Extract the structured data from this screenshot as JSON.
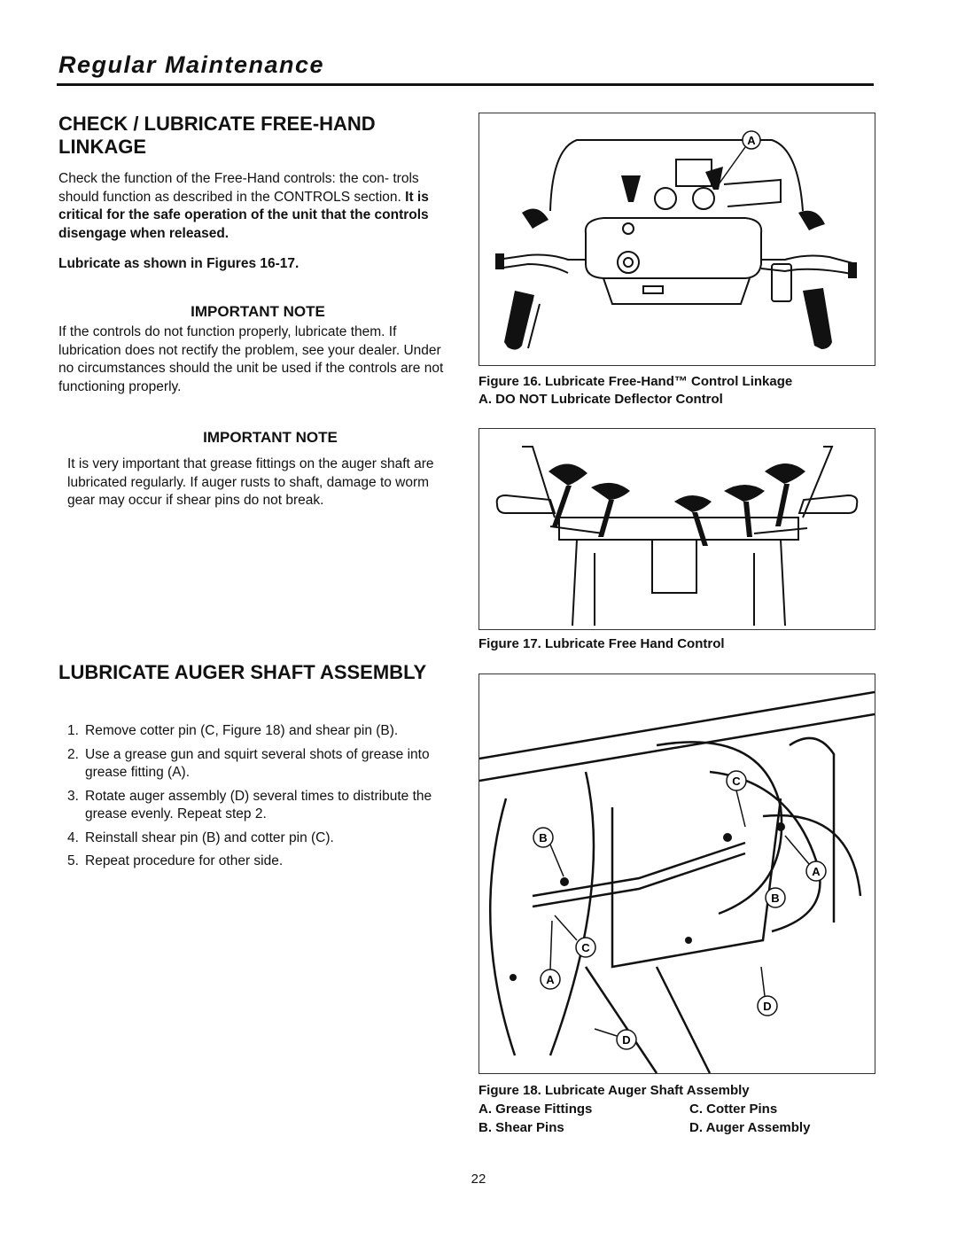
{
  "header": {
    "title": "Regular Maintenance"
  },
  "section1": {
    "title": "CHECK / LUBRICATE FREE-HAND LINKAGE",
    "intro_text": "Check the function of the Free-Hand controls: the con- trols should function as described in the CONTROLS section.",
    "intro_bold": "It is critical for the safe operation of the unit that the controls disengage when released.",
    "lubricate_line": "Lubricate as shown in Figures 16-17.",
    "note1": {
      "title": "IMPORTANT NOTE",
      "text": "If the controls do not function properly, lubricate them. If lubrication does not rectify the problem, see your dealer. Under no circumstances should the unit be used if the controls are not functioning properly."
    },
    "note2": {
      "title": "IMPORTANT NOTE",
      "text": "It is very important that grease fittings on the auger shaft are lubricated regularly. If auger rusts to shaft, damage to worm gear may occur if shear pins do not break."
    }
  },
  "section2": {
    "title": "LUBRICATE AUGER SHAFT ASSEMBLY",
    "steps": [
      {
        "num": "1.",
        "text": "Remove cotter pin (C, Figure 18) and shear pin (B)."
      },
      {
        "num": "2.",
        "text": "Use a grease gun and squirt several shots of grease into grease fitting (A)."
      },
      {
        "num": "3.",
        "text": "Rotate auger assembly (D) several times to distribute the grease evenly. Repeat step 2."
      },
      {
        "num": "4.",
        "text": "Reinstall shear pin (B) and cotter pin (C)."
      },
      {
        "num": "5.",
        "text": "Repeat procedure for other side."
      }
    ]
  },
  "figure16": {
    "callout": "A",
    "caption_line1": "Figure 16. Lubricate Free-Hand™ Control Linkage",
    "caption_line2": "A. DO NOT Lubricate Deflector Control"
  },
  "figure17": {
    "caption": "Figure 17. Lubricate Free Hand Control"
  },
  "figure18": {
    "callouts": {
      "a": "A",
      "b": "B",
      "c": "C",
      "d": "D"
    },
    "caption": "Figure 18. Lubricate Auger Shaft Assembly",
    "legend": {
      "a": "A. Grease Fittings",
      "b": "B. Shear Pins",
      "c": "C. Cotter Pins",
      "d": "D. Auger Assembly"
    }
  },
  "page_number": "22"
}
